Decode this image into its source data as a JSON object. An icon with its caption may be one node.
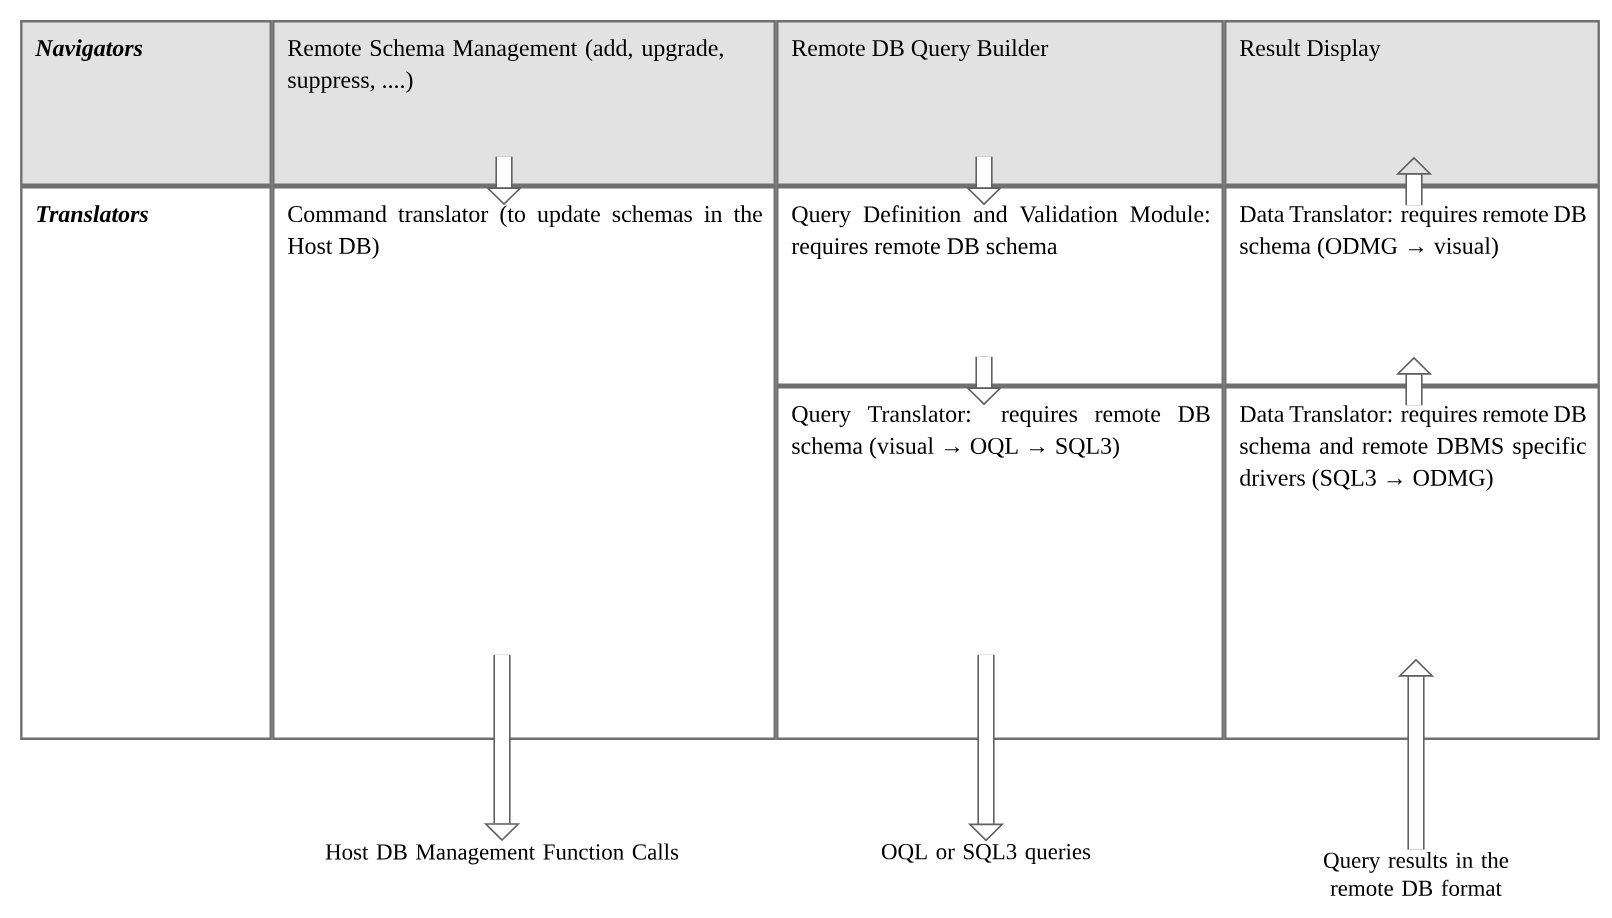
{
  "diagram": {
    "nodes": [
      {
        "text": [
          "Navigators"
        ]
      },
      {
        "text": [
          "Remote Schema Management (add, upgrade, suppress, ....)"
        ]
      },
      {
        "text": [
          "Remote DB Query Builder"
        ]
      },
      {
        "text": [
          "Result Display"
        ]
      },
      {
        "text": [
          "Translators"
        ]
      },
      {
        "text": [
          "Command translator (to update schemas in the Host DB)"
        ]
      },
      {
        "text": [
          "Query Definition and Validation Module: requires remote DB schema"
        ]
      },
      {
        "text": [
          "Data Translator: requires remote DB schema (ODMG → visual)"
        ]
      },
      {
        "text": [
          "Query Translator: requires remote DB schema (visual → OQL → SQL3)"
        ]
      },
      {
        "text": [
          "Data Translator: requires remote DB schema and remote DBMS specific drivers (SQL3 → ODMG)"
        ]
      },
      {
        "text": [
          "Host DB Management Function Calls"
        ]
      },
      {
        "text": [
          "OQL or SQL3 queries"
        ]
      },
      {
        "text": [
          "Query results in the remote DB format"
        ]
      }
    ],
    "edges": [
      {
        "from": 1,
        "to": 5,
        "arrow": "to"
      },
      {
        "from": 2,
        "to": 6,
        "arrow": "to"
      },
      {
        "from": 7,
        "to": 3,
        "arrow": "to"
      },
      {
        "from": 6,
        "to": 8,
        "arrow": "to"
      },
      {
        "from": 9,
        "to": 7,
        "arrow": "to"
      },
      {
        "from": 5,
        "to": 10,
        "arrow": "to"
      },
      {
        "from": 8,
        "to": 11,
        "arrow": "to"
      },
      {
        "from": 12,
        "to": 9,
        "arrow": "to"
      }
    ]
  }
}
